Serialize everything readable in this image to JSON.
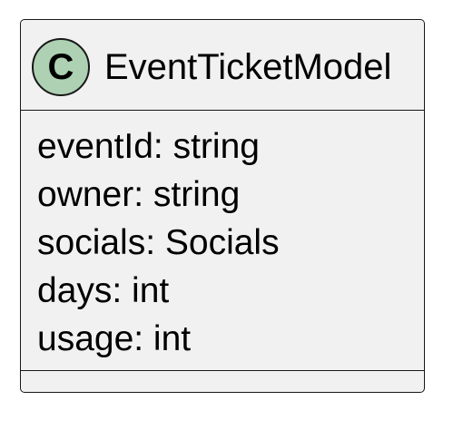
{
  "diagram": {
    "class": {
      "stereotype_letter": "C",
      "stereotype_color": "#add1b2",
      "name": "EventTicketModel",
      "attributes": [
        {
          "text": "eventId: string"
        },
        {
          "text": "owner: string"
        },
        {
          "text": "socials: Socials"
        },
        {
          "text": "days: int"
        },
        {
          "text": "usage: int"
        }
      ],
      "methods": []
    }
  }
}
